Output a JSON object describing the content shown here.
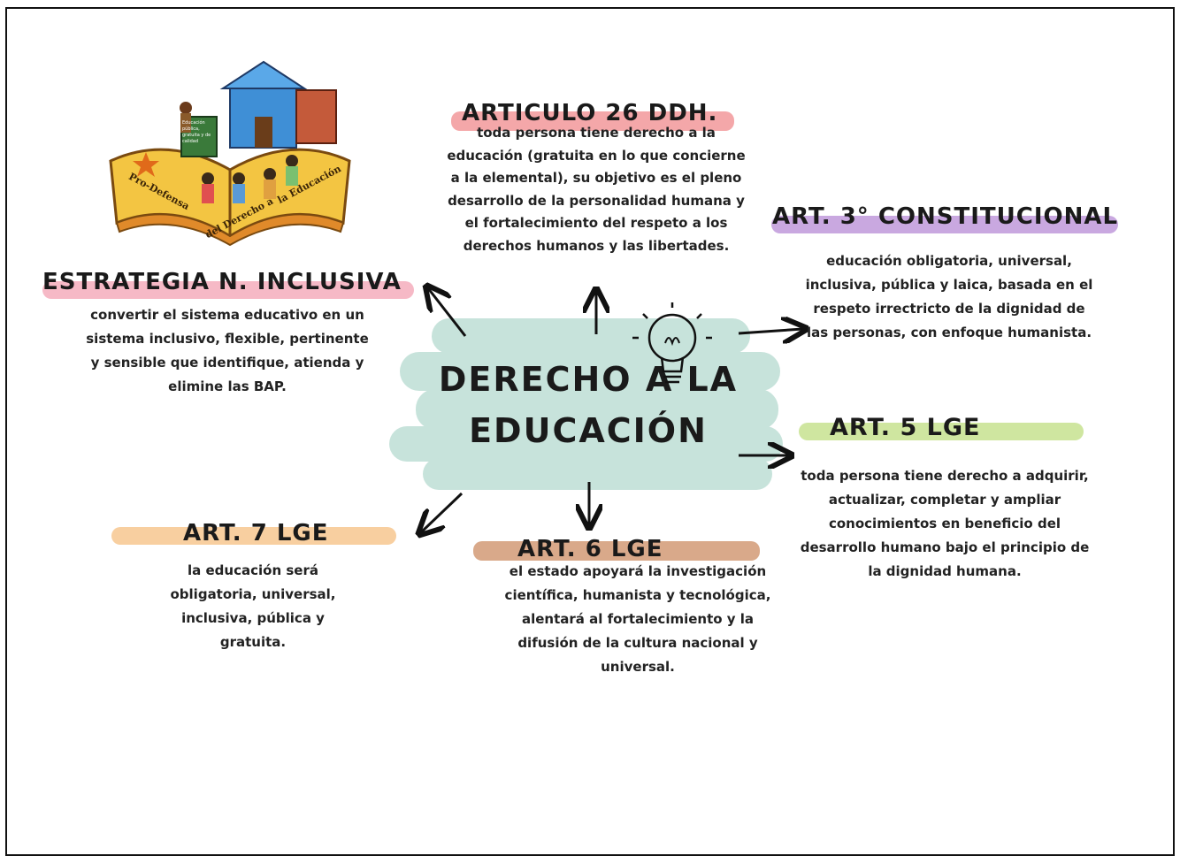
{
  "center": {
    "line1": "DERECHO A LA",
    "line2": "EDUCACIÓN"
  },
  "nodes": {
    "articulo26": {
      "title": "ARTICULO 26 DDH.",
      "highlight": "#f4a7a9",
      "text": "toda persona tiene derecho a la educación (gratuita en lo que concierne a  la elemental), su objetivo es el pleno desarrollo de la personalidad humana y el fortalecimiento del respeto a los derechos humanos y las libertades."
    },
    "art3": {
      "title": "ART. 3° CONSTITUCIONAL",
      "highlight": "#c9a8e0",
      "text": "educación obligatoria, universal, inclusiva, pública y laica, basada en el respeto irrectricto de la dignidad de las personas, con enfoque humanista."
    },
    "art5": {
      "title": "ART. 5 LGE",
      "highlight": "#cfe6a0",
      "text": "toda persona tiene derecho a adquirir, actualizar, completar y ampliar conocimientos en beneficio del desarrollo humano bajo el principio de la dignidad humana."
    },
    "art6": {
      "title": "ART. 6 LGE",
      "highlight": "#d9a98a",
      "text": "el estado apoyará la investigación científica, humanista y tecnológica, alentará al fortalecimiento y la difusión de la cultura nacional y universal."
    },
    "art7": {
      "title": "ART. 7 LGE",
      "highlight": "#f8cfa0",
      "text": "la educación será obligatoria, universal, inclusiva, pública y gratuita."
    },
    "estrategia": {
      "title": "ESTRATEGIA N. INCLUSIVA",
      "highlight": "#f6b9c6",
      "text": "convertir el sistema educativo en un sistema inclusivo, flexible, pertinente y sensible que identifique, atienda y elimine las BAP."
    }
  },
  "illustration": {
    "book_text_left": "Pro-Defensa",
    "book_text_mid": "del Derecho a",
    "book_text_right": "la Educación",
    "sign_text": "Educación pública, gratuita y de calidad"
  },
  "icons": [
    "lightbulb-icon"
  ],
  "accent_colors": {
    "brush": "#c7e3db"
  }
}
